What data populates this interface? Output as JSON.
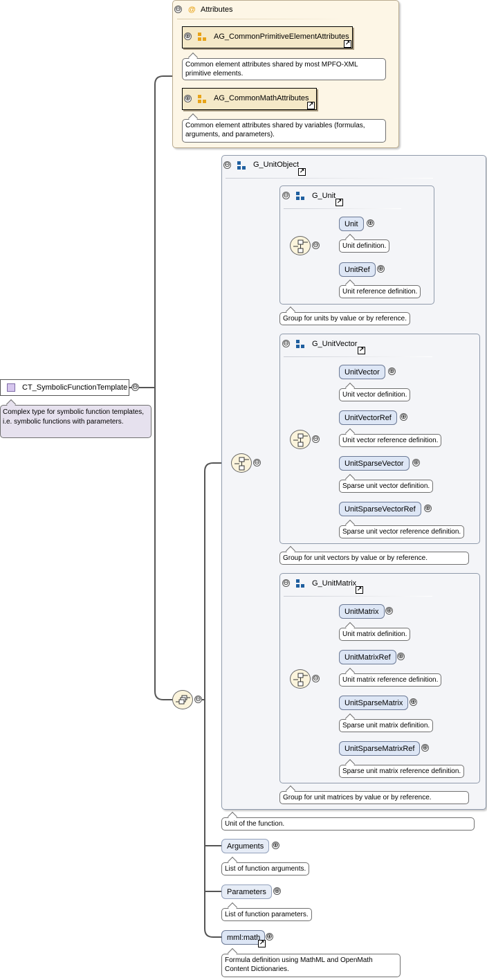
{
  "root": {
    "name": "CT_SymbolicFunctionTemplate",
    "doc": "Complex type for symbolic function templates, i.e. symbolic functions with parameters."
  },
  "attributes": {
    "title": "Attributes",
    "groups": [
      {
        "name": "AG_CommonPrimitiveElementAttributes",
        "doc": "Common element attributes shared by most MPFO-XML primitive elements."
      },
      {
        "name": "AG_CommonMathAttributes",
        "doc": "Common element attributes shared by variables (formulas, arguments, and parameters)."
      }
    ]
  },
  "unit_object": {
    "name": "G_UnitObject",
    "doc": "Unit of the function.",
    "unit": {
      "name": "G_Unit",
      "doc": "Group for units by value or by reference.",
      "elements": [
        {
          "name": "Unit",
          "doc": "Unit definition."
        },
        {
          "name": "UnitRef",
          "doc": "Unit reference definition."
        }
      ]
    },
    "unit_vector": {
      "name": "G_UnitVector",
      "doc": "Group for unit vectors by value or by reference.",
      "elements": [
        {
          "name": "UnitVector",
          "doc": "Unit vector definition."
        },
        {
          "name": "UnitVectorRef",
          "doc": "Unit vector reference definition."
        },
        {
          "name": "UnitSparseVector",
          "doc": "Sparse unit vector definition."
        },
        {
          "name": "UnitSparseVectorRef",
          "doc": "Sparse unit vector reference definition."
        }
      ]
    },
    "unit_matrix": {
      "name": "G_UnitMatrix",
      "doc": "Group for unit matrices by value or by reference.",
      "elements": [
        {
          "name": "UnitMatrix",
          "doc": "Unit matrix definition."
        },
        {
          "name": "UnitMatrixRef",
          "doc": "Unit matrix reference definition."
        },
        {
          "name": "UnitSparseMatrix",
          "doc": "Sparse unit matrix definition."
        },
        {
          "name": "UnitSparseMatrixRef",
          "doc": "Sparse unit matrix reference definition."
        }
      ]
    }
  },
  "arguments": {
    "name": "Arguments",
    "doc": "List of function arguments."
  },
  "parameters": {
    "name": "Parameters",
    "doc": "List of function parameters."
  },
  "math": {
    "name": "mml:math",
    "doc": "Formula definition using MathML and OpenMath Content Dictionaries."
  },
  "symbols": {
    "collapse": "⊖",
    "expand": "⊕",
    "link": "↗",
    "at": "@"
  },
  "colors": {
    "attr_panel": "#fdf6e6",
    "group_panel": "#f4f5f8",
    "element_fill": "#dde6f5",
    "doc_fill": "#ffffff",
    "root_doc_fill": "#e6e1ee",
    "compositor_fill": "#fbf4dc",
    "group_icon": "#1f5f9f",
    "attr_group_icon": "#e8a317"
  }
}
